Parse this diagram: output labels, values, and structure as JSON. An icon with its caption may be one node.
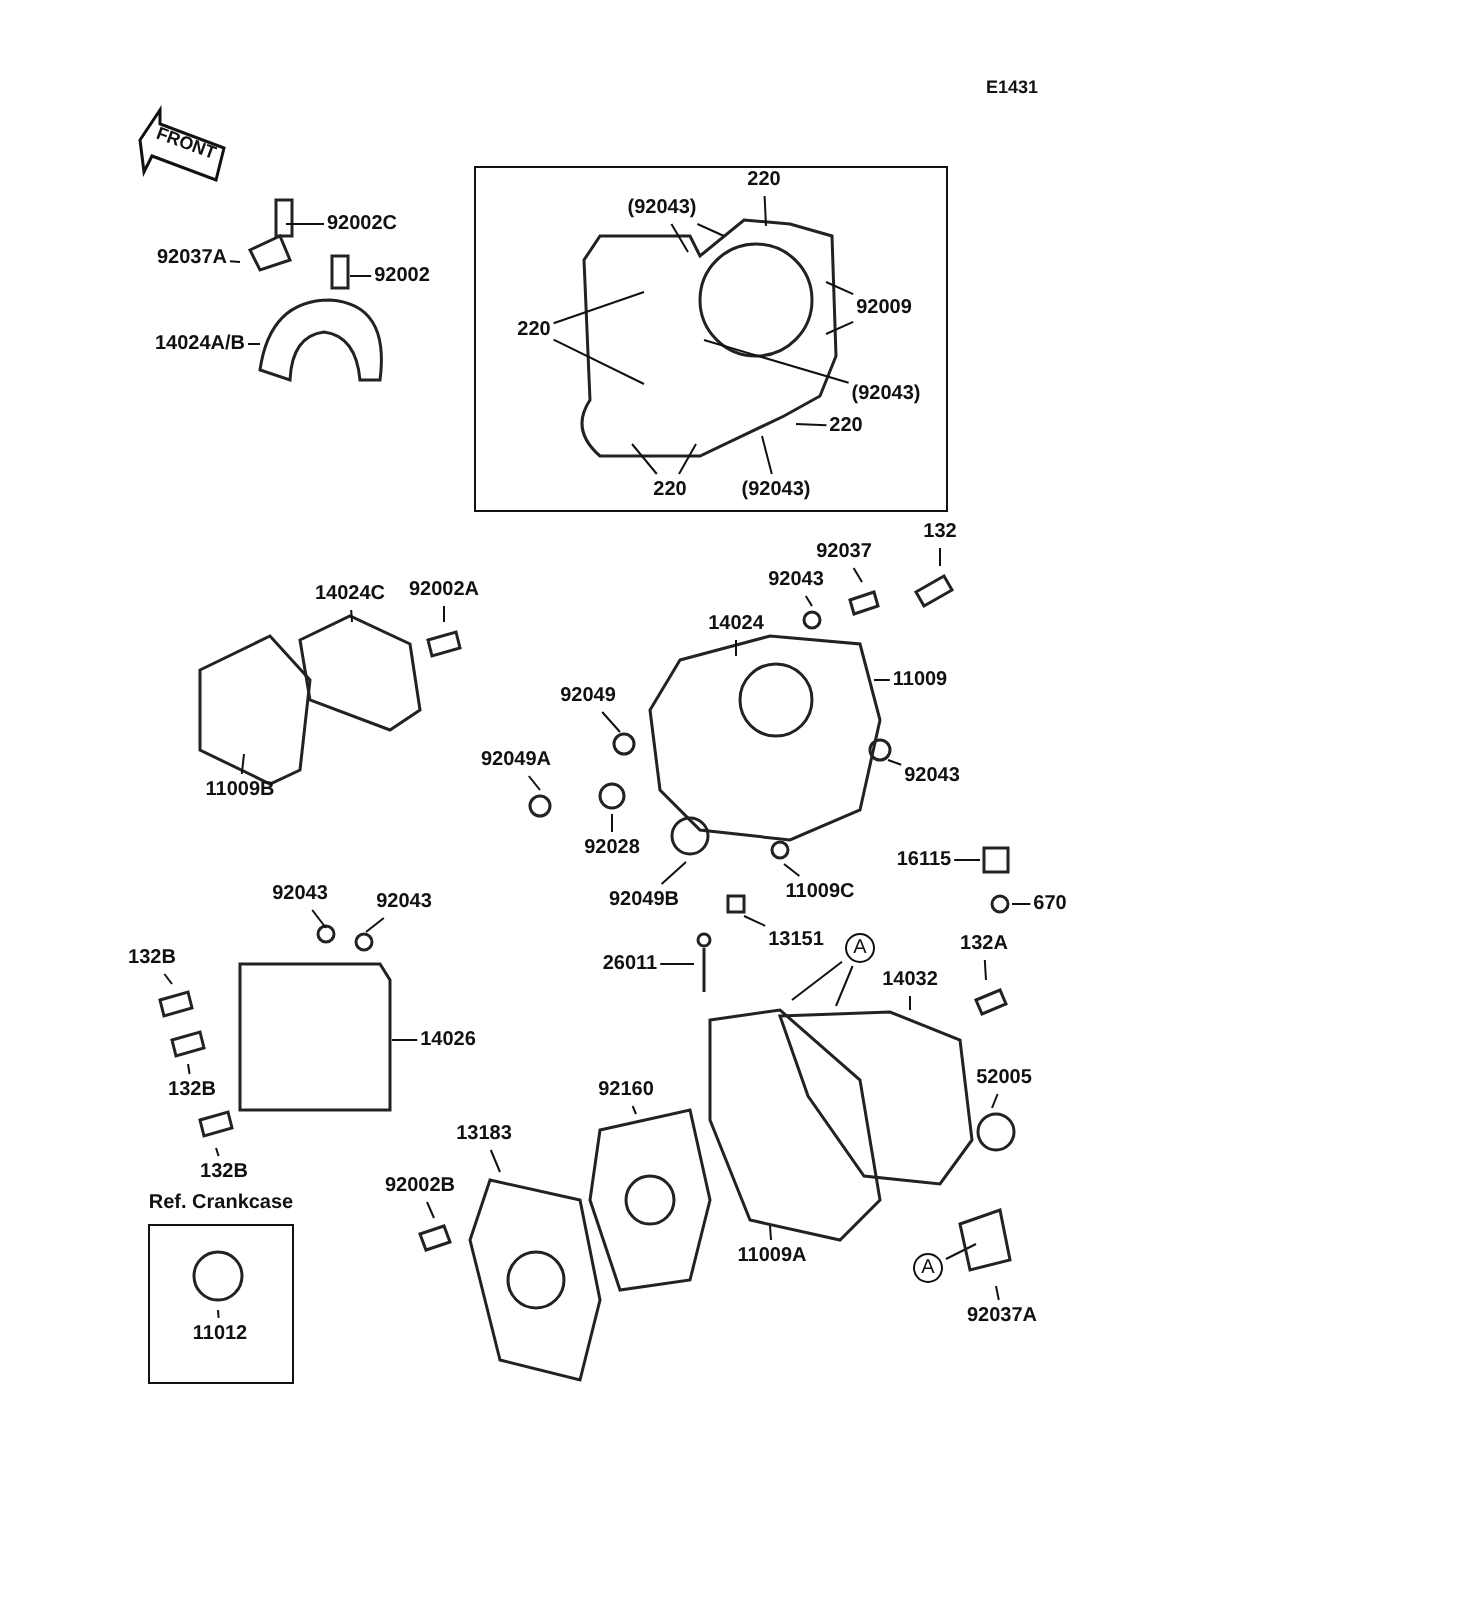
{
  "diagram": {
    "nodes": [
      {
        "text": [],
        "shape": "box"
      },
      {
        "text": [
          "220"
        ],
        "in": 0
      },
      {
        "text": [
          "(92043)"
        ],
        "in": 0
      },
      {
        "text": [
          "220"
        ],
        "in": 0
      },
      {
        "text": [
          "92009"
        ],
        "in": 0
      },
      {
        "text": [
          "(92043)"
        ],
        "in": 0
      },
      {
        "text": [
          "220"
        ],
        "in": 0
      },
      {
        "text": [
          "220"
        ],
        "in": 0
      },
      {
        "text": [
          "(92043)"
        ],
        "in": 0
      },
      {
        "text": [
          "92002C"
        ]
      },
      {
        "text": [
          "92037A"
        ]
      },
      {
        "text": [
          "92002"
        ]
      },
      {
        "text": [
          "14024A/B"
        ]
      },
      {
        "text": [
          "14024C"
        ]
      },
      {
        "text": [
          "92002A"
        ]
      },
      {
        "text": [
          "11009B"
        ]
      },
      {
        "text": [
          "14024"
        ]
      },
      {
        "text": [
          "92043"
        ]
      },
      {
        "text": [
          "92037"
        ]
      },
      {
        "text": [
          "132"
        ]
      },
      {
        "text": [
          "11009"
        ]
      },
      {
        "text": [
          "92049"
        ]
      },
      {
        "text": [
          "92043"
        ]
      },
      {
        "text": [
          "92049A"
        ]
      },
      {
        "text": [
          "92028"
        ]
      },
      {
        "text": [
          "92049B"
        ]
      },
      {
        "text": [
          "11009C"
        ]
      },
      {
        "text": [
          "13151"
        ]
      },
      {
        "text": [
          "26011"
        ]
      },
      {
        "text": [
          "16115"
        ]
      },
      {
        "text": [
          "670"
        ]
      },
      {
        "text": [
          "A"
        ]
      },
      {
        "text": [
          "14032"
        ]
      },
      {
        "text": [
          "132A"
        ]
      },
      {
        "text": [
          "92043"
        ]
      },
      {
        "text": [
          "92043"
        ]
      },
      {
        "text": [
          "132B"
        ]
      },
      {
        "text": [
          "14026"
        ]
      },
      {
        "text": [
          "132B"
        ]
      },
      {
        "text": [
          "132B"
        ]
      },
      {
        "text": [
          "92160"
        ]
      },
      {
        "text": [
          "52005"
        ]
      },
      {
        "text": [
          "13183"
        ]
      },
      {
        "text": [
          "92002B"
        ]
      },
      {
        "text": [
          "Ref. Crankcase"
        ]
      },
      {
        "text": [
          "11012"
        ],
        "in": 44
      },
      {
        "text": [
          "11009A"
        ]
      },
      {
        "text": [
          "A"
        ]
      },
      {
        "text": [
          "92037A"
        ]
      }
    ],
    "edges": [
      {
        "from": 1,
        "to": null,
        "arrow": "none"
      },
      {
        "from": 2,
        "to": null,
        "arrow": "none"
      },
      {
        "from": 2,
        "to": null,
        "arrow": "none"
      },
      {
        "from": 3,
        "to": null,
        "arrow": "none"
      },
      {
        "from": 3,
        "to": null,
        "arrow": "none"
      },
      {
        "from": 4,
        "to": null,
        "arrow": "none"
      },
      {
        "from": 4,
        "to": null,
        "arrow": "none"
      },
      {
        "from": 5,
        "to": null,
        "arrow": "none"
      },
      {
        "from": 6,
        "to": null,
        "arrow": "none"
      },
      {
        "from": 7,
        "to": null,
        "arrow": "none"
      },
      {
        "from": 7,
        "to": null,
        "arrow": "none"
      },
      {
        "from": 8,
        "to": null,
        "arrow": "none"
      },
      {
        "from": 9,
        "to": null,
        "arrow": "none"
      },
      {
        "from": 10,
        "to": null,
        "arrow": "none"
      },
      {
        "from": 11,
        "to": null,
        "arrow": "none"
      },
      {
        "from": 12,
        "to": null,
        "arrow": "none"
      },
      {
        "from": 13,
        "to": null,
        "arrow": "none"
      },
      {
        "from": 14,
        "to": null,
        "arrow": "none"
      },
      {
        "from": 15,
        "to": null,
        "arrow": "none"
      },
      {
        "from": 16,
        "to": null,
        "arrow": "none"
      },
      {
        "from": 17,
        "to": null,
        "arrow": "none"
      },
      {
        "from": 18,
        "to": null,
        "arrow": "none"
      },
      {
        "from": 19,
        "to": null,
        "arrow": "none"
      },
      {
        "from": 20,
        "to": null,
        "arrow": "none"
      },
      {
        "from": 21,
        "to": null,
        "arrow": "none"
      },
      {
        "from": 22,
        "to": null,
        "arrow": "none"
      },
      {
        "from": 23,
        "to": null,
        "arrow": "none"
      },
      {
        "from": 24,
        "to": null,
        "arrow": "none"
      },
      {
        "from": 25,
        "to": null,
        "arrow": "none"
      },
      {
        "from": 26,
        "to": null,
        "arrow": "none"
      },
      {
        "from": 27,
        "to": null,
        "arrow": "none"
      },
      {
        "from": 28,
        "to": null,
        "arrow": "none"
      },
      {
        "from": 29,
        "to": null,
        "arrow": "none"
      },
      {
        "from": 30,
        "to": null,
        "arrow": "none"
      },
      {
        "from": 31,
        "to": null,
        "arrow": "none"
      },
      {
        "from": 31,
        "to": null,
        "arrow": "none"
      },
      {
        "from": 32,
        "to": null,
        "arrow": "none"
      },
      {
        "from": 33,
        "to": null,
        "arrow": "none"
      },
      {
        "from": 34,
        "to": null,
        "arrow": "none"
      },
      {
        "from": 35,
        "to": null,
        "arrow": "none"
      },
      {
        "from": 36,
        "to": null,
        "arrow": "none"
      },
      {
        "from": 37,
        "to": null,
        "arrow": "none"
      },
      {
        "from": 38,
        "to": null,
        "arrow": "none"
      },
      {
        "from": 39,
        "to": null,
        "arrow": "none"
      },
      {
        "from": 40,
        "to": null,
        "arrow": "none"
      },
      {
        "from": 41,
        "to": null,
        "arrow": "none"
      },
      {
        "from": 42,
        "to": null,
        "arrow": "none"
      },
      {
        "from": 43,
        "to": null,
        "arrow": "none"
      },
      {
        "from": 45,
        "to": null,
        "arrow": "none"
      },
      {
        "from": 46,
        "to": null,
        "arrow": "none"
      },
      {
        "from": 47,
        "to": null,
        "arrow": "none"
      },
      {
        "from": 48,
        "to": null,
        "arrow": "none"
      }
    ],
    "labels": [
      "E1431",
      "FRONT"
    ]
  }
}
